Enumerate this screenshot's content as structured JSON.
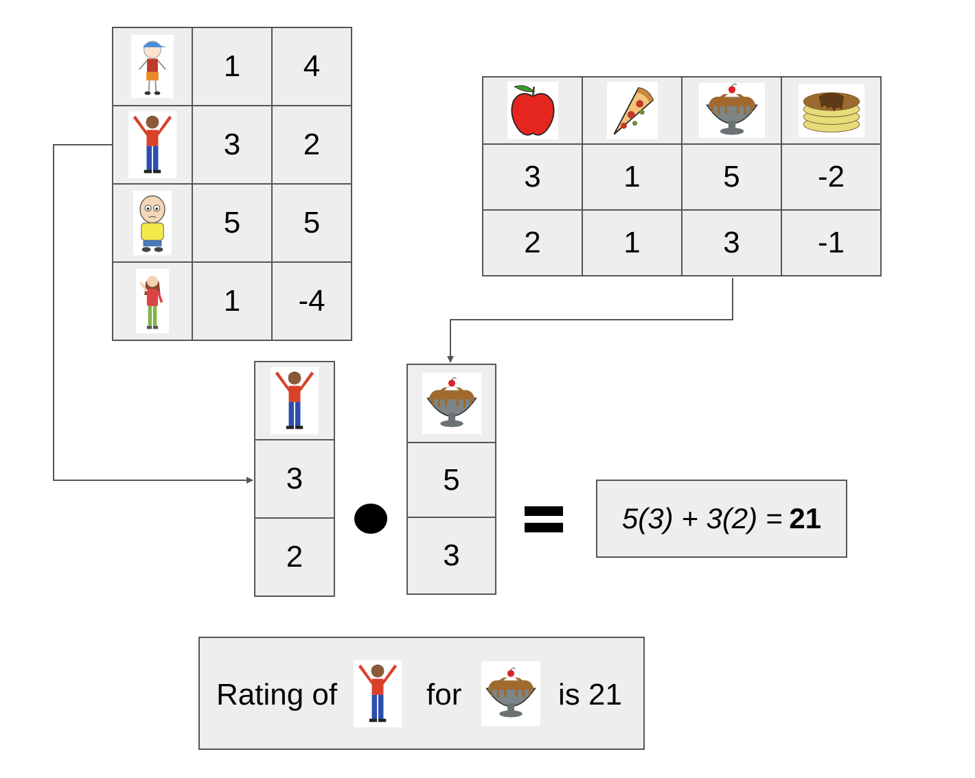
{
  "users_table": {
    "rows": [
      {
        "icon": "boy-with-cap-icon",
        "values": [
          "1",
          "4"
        ]
      },
      {
        "icon": "boy-arms-up-icon",
        "values": [
          "3",
          "2"
        ]
      },
      {
        "icon": "bald-man-icon",
        "values": [
          "5",
          "5"
        ]
      },
      {
        "icon": "woman-waving-icon",
        "values": [
          "1",
          "-4"
        ]
      }
    ]
  },
  "items_table": {
    "header_icons": [
      "apple-icon",
      "pizza-slice-icon",
      "ice-cream-sundae-icon",
      "pancakes-icon"
    ],
    "rows": [
      [
        "3",
        "1",
        "5",
        "-2"
      ],
      [
        "2",
        "1",
        "3",
        "-1"
      ]
    ]
  },
  "user_vector": {
    "icon": "boy-arms-up-icon",
    "values": [
      "3",
      "2"
    ]
  },
  "item_vector": {
    "icon": "ice-cream-sundae-icon",
    "values": [
      "5",
      "3"
    ]
  },
  "formula": {
    "expression": "5(3) + 3(2) =",
    "result": "21"
  },
  "sentence": {
    "part1": "Rating of",
    "part2": "for",
    "part3": "is 21"
  },
  "colors": {
    "cell_bg": "#eeeeee",
    "border": "#555555",
    "connector": "#555555"
  }
}
